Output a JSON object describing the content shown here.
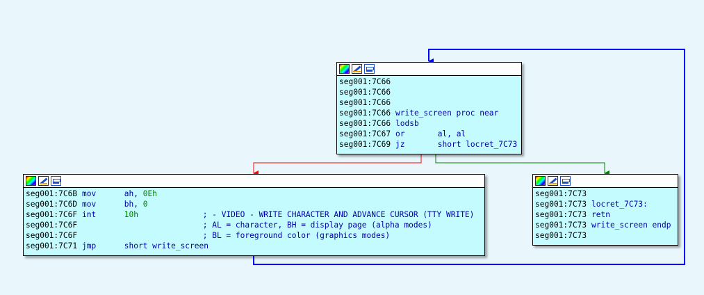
{
  "colors": {
    "background": "#e9f7fc",
    "node_fill": "#c4fbff",
    "edge_jump": "#0000ff",
    "edge_false": "#ff0000",
    "edge_true": "#008000"
  },
  "nodes": {
    "top": {
      "icons": [
        "palette-icon",
        "pencil-icon",
        "graph-icon"
      ],
      "lines": [
        {
          "addr": "seg001:7C66",
          "mn": "",
          "op": "",
          "cm": ""
        },
        {
          "addr": "seg001:7C66",
          "mn": "",
          "op": "",
          "cm": ""
        },
        {
          "addr": "seg001:7C66",
          "mn": "",
          "op": "",
          "cm": ""
        },
        {
          "addr": "seg001:7C66",
          "mn": "write_screen proc near",
          "op": "",
          "cm": ""
        },
        {
          "addr": "seg001:7C66",
          "mn": "lodsb",
          "op": "",
          "cm": ""
        },
        {
          "addr": "seg001:7C67",
          "mn": "or",
          "op": "al, al",
          "cm": ""
        },
        {
          "addr": "seg001:7C69",
          "mn": "jz",
          "op": "short locret_7C73",
          "cm": ""
        }
      ]
    },
    "left": {
      "icons": [
        "palette-icon",
        "pencil-icon",
        "graph-icon"
      ],
      "lines": [
        {
          "addr": "seg001:7C6B",
          "mn": "mov",
          "op": "ah, ",
          "num": "0Eh",
          "cm": ""
        },
        {
          "addr": "seg001:7C6D",
          "mn": "mov",
          "op": "bh, ",
          "num": "0",
          "cm": ""
        },
        {
          "addr": "seg001:7C6F",
          "mn": "int",
          "op": "",
          "num": "10h",
          "cm": "; - VIDEO - WRITE CHARACTER AND ADVANCE CURSOR (TTY WRITE)"
        },
        {
          "addr": "seg001:7C6F",
          "mn": "",
          "op": "",
          "num": "",
          "cm": "; AL = character, BH = display page (alpha modes)"
        },
        {
          "addr": "seg001:7C6F",
          "mn": "",
          "op": "",
          "num": "",
          "cm": "; BL = foreground color (graphics modes)"
        },
        {
          "addr": "seg001:7C71",
          "mn": "jmp",
          "op": "short write_screen",
          "num": "",
          "cm": ""
        }
      ]
    },
    "right": {
      "icons": [
        "palette-icon",
        "pencil-icon",
        "graph-icon"
      ],
      "lines": [
        {
          "addr": "seg001:7C73",
          "mn": "",
          "op": "",
          "cm": ""
        },
        {
          "addr": "seg001:7C73",
          "mn": "locret_7C73:",
          "op": "",
          "cm": ""
        },
        {
          "addr": "seg001:7C73",
          "mn": "retn",
          "op": "",
          "cm": ""
        },
        {
          "addr": "seg001:7C73",
          "mn": "write_screen endp",
          "op": "",
          "cm": ""
        },
        {
          "addr": "seg001:7C73",
          "mn": "",
          "op": "",
          "cm": ""
        }
      ]
    }
  }
}
